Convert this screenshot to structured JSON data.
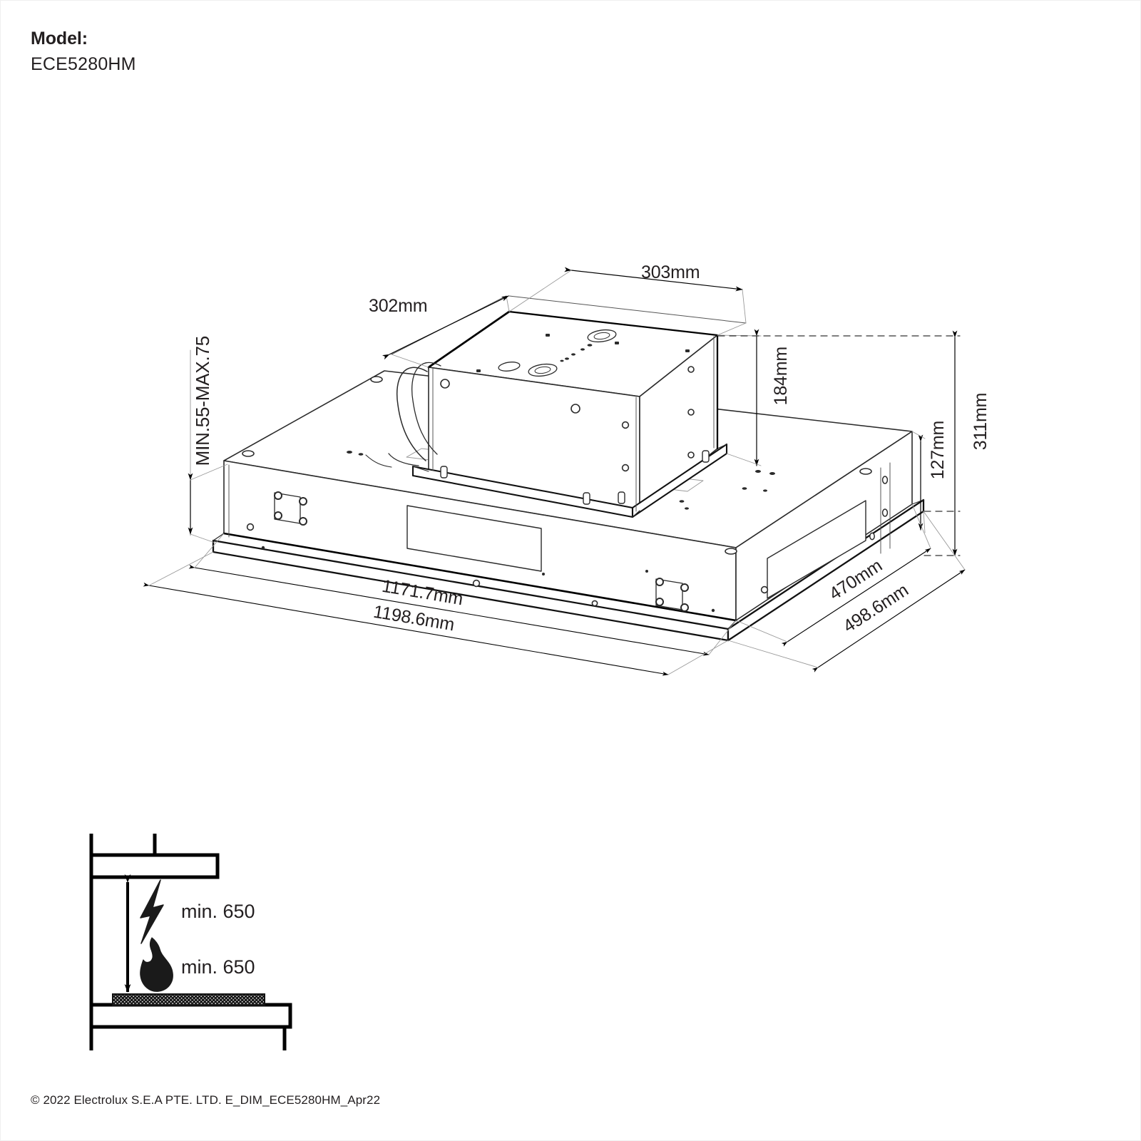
{
  "header": {
    "label": "Model:",
    "model": "ECE5280HM"
  },
  "footer": {
    "copyright": "© 2022 Electrolux S.E.A PTE. LTD. E_DIM_ECE5280HM_Apr22"
  },
  "drawing": {
    "title": "isometric-dimension-drawing",
    "dimensions": {
      "motor_depth": "302mm",
      "motor_width": "303mm",
      "motor_height": "184mm",
      "total_height": "311mm",
      "body_height": "127mm",
      "recess_height": "MIN.55-MAX.75",
      "body_width": "1171.7mm",
      "overall_width": "1198.6mm",
      "body_depth": "470mm",
      "overall_depth": "498.6mm"
    }
  },
  "clearance": {
    "title": "installation-clearance-diagram",
    "electric": {
      "icon": "lightning-bolt-icon",
      "label": "min. 650"
    },
    "gas": {
      "icon": "flame-icon",
      "label": "min. 650"
    }
  },
  "colors": {
    "ink": "#231f20",
    "line": "#000000",
    "thin": "#555555"
  }
}
